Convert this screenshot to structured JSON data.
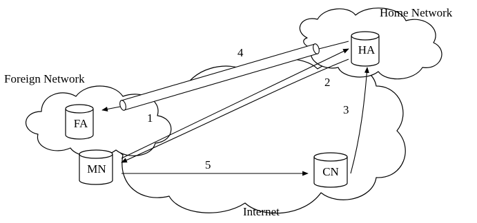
{
  "regions": {
    "home_network": "Home Network",
    "foreign_network": "Foreign Network",
    "internet": "Internet"
  },
  "nodes": {
    "ha": "HA",
    "fa": "FA",
    "mn": "MN",
    "cn": "CN"
  },
  "steps": {
    "s1": "1",
    "s2": "2",
    "s3": "3",
    "s4": "4",
    "s5": "5"
  }
}
